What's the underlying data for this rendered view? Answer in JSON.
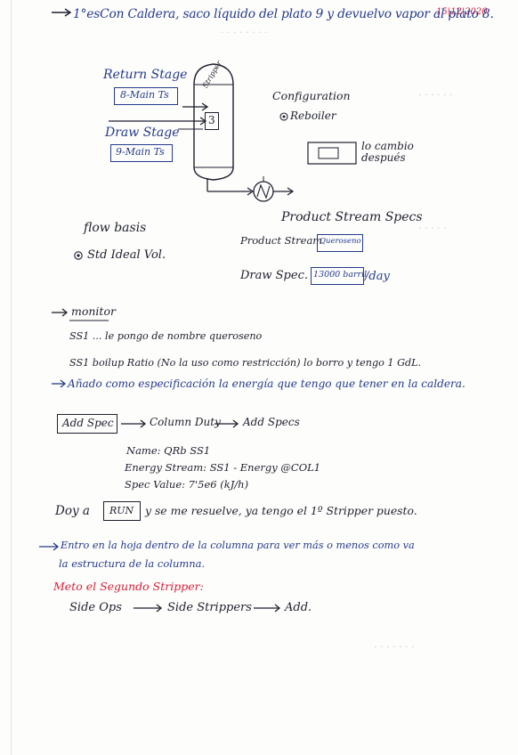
{
  "date": "15|12|2020",
  "intro": "1°esCon Caldera, saco líquido del plato 9 y devuelvo vapor al plato 8.",
  "return_stage": {
    "label": "Return Stage",
    "value": "8-Main Ts"
  },
  "draw_stage": {
    "label": "Draw Stage",
    "value": "9-Main Ts"
  },
  "column": {
    "label": "Stripper",
    "number": "3"
  },
  "configuration": {
    "label": "Configuration",
    "option": "Reboiler"
  },
  "change_later": "lo cambio después",
  "product_stream_specs": "Product Stream Specs",
  "product_stream": {
    "label": "Product Stream",
    "value": "Queroseno"
  },
  "draw_spec": {
    "label": "Draw Spec.",
    "value": "13000 barril",
    "unit": "/day"
  },
  "flow_basis": {
    "label": "flow basis",
    "option": "Std Ideal Vol."
  },
  "monitor": "monitor",
  "ss1_rename": "SS1 ... le pongo de nombre queroseno",
  "ss1_boilup": "SS1 boilup Ratio (No la uso como restricción) lo borro y tengo 1 GdL.",
  "energy_spec": "Añado como especificación la energía que tengo que tener en la caldera.",
  "add_spec": {
    "button": "Add Spec",
    "column_duty": "Column Duty",
    "add_specs": "Add Specs"
  },
  "spec_details": {
    "name": "Name: QRb SS1",
    "energy_stream": "Energy Stream: SS1 - Energy @COL1",
    "spec_value": "Spec Value: 7'5e6 (kJ/h)"
  },
  "run": {
    "prefix": "Doy a",
    "button": "RUN",
    "suffix": "y se me resuelve, ya tengo el 1º Stripper puesto."
  },
  "enter_sheet": "Entro en la hoja dentro de la columna para ver más o menos como va",
  "enter_sheet_2": "la estructura de la columna.",
  "second_stripper": "Meto el Segundo Stripper:",
  "side_ops": {
    "a": "Side Ops",
    "b": "Side Strippers",
    "c": "Add."
  },
  "colors": {
    "ink": "#1e2030",
    "blue_ink": "#243a8c",
    "red_ink": "#d61f3a"
  }
}
